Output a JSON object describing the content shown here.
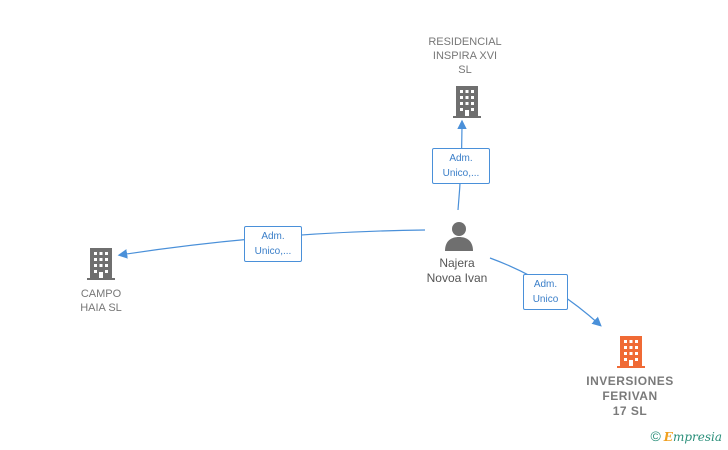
{
  "nodes": {
    "residencial": {
      "label": "RESIDENCIAL\nINSPIRA XVI\nSL",
      "icon": "building-icon",
      "color": "#6f6f6f"
    },
    "campo": {
      "label": "CAMPO\nHAIA SL",
      "icon": "building-icon",
      "color": "#6f6f6f"
    },
    "najera": {
      "label": "Najera\nNovoa Ivan",
      "icon": "person-icon",
      "color": "#6f6f6f"
    },
    "inversiones": {
      "label": "INVERSIONES\nFERIVAN\n17  SL",
      "icon": "building-icon",
      "color": "#f06a35"
    }
  },
  "edges": {
    "to_residencial": "Adm.\nUnico,...",
    "to_campo": "Adm.\nUnico,...",
    "to_inversiones": "Adm.\nUnico"
  },
  "footer": {
    "copyright": "©",
    "brand_initial": "E",
    "brand_rest": "mpresia"
  },
  "colors": {
    "edge": "#4a90d9",
    "building_gray": "#6f6f6f",
    "building_orange": "#f06a35"
  }
}
